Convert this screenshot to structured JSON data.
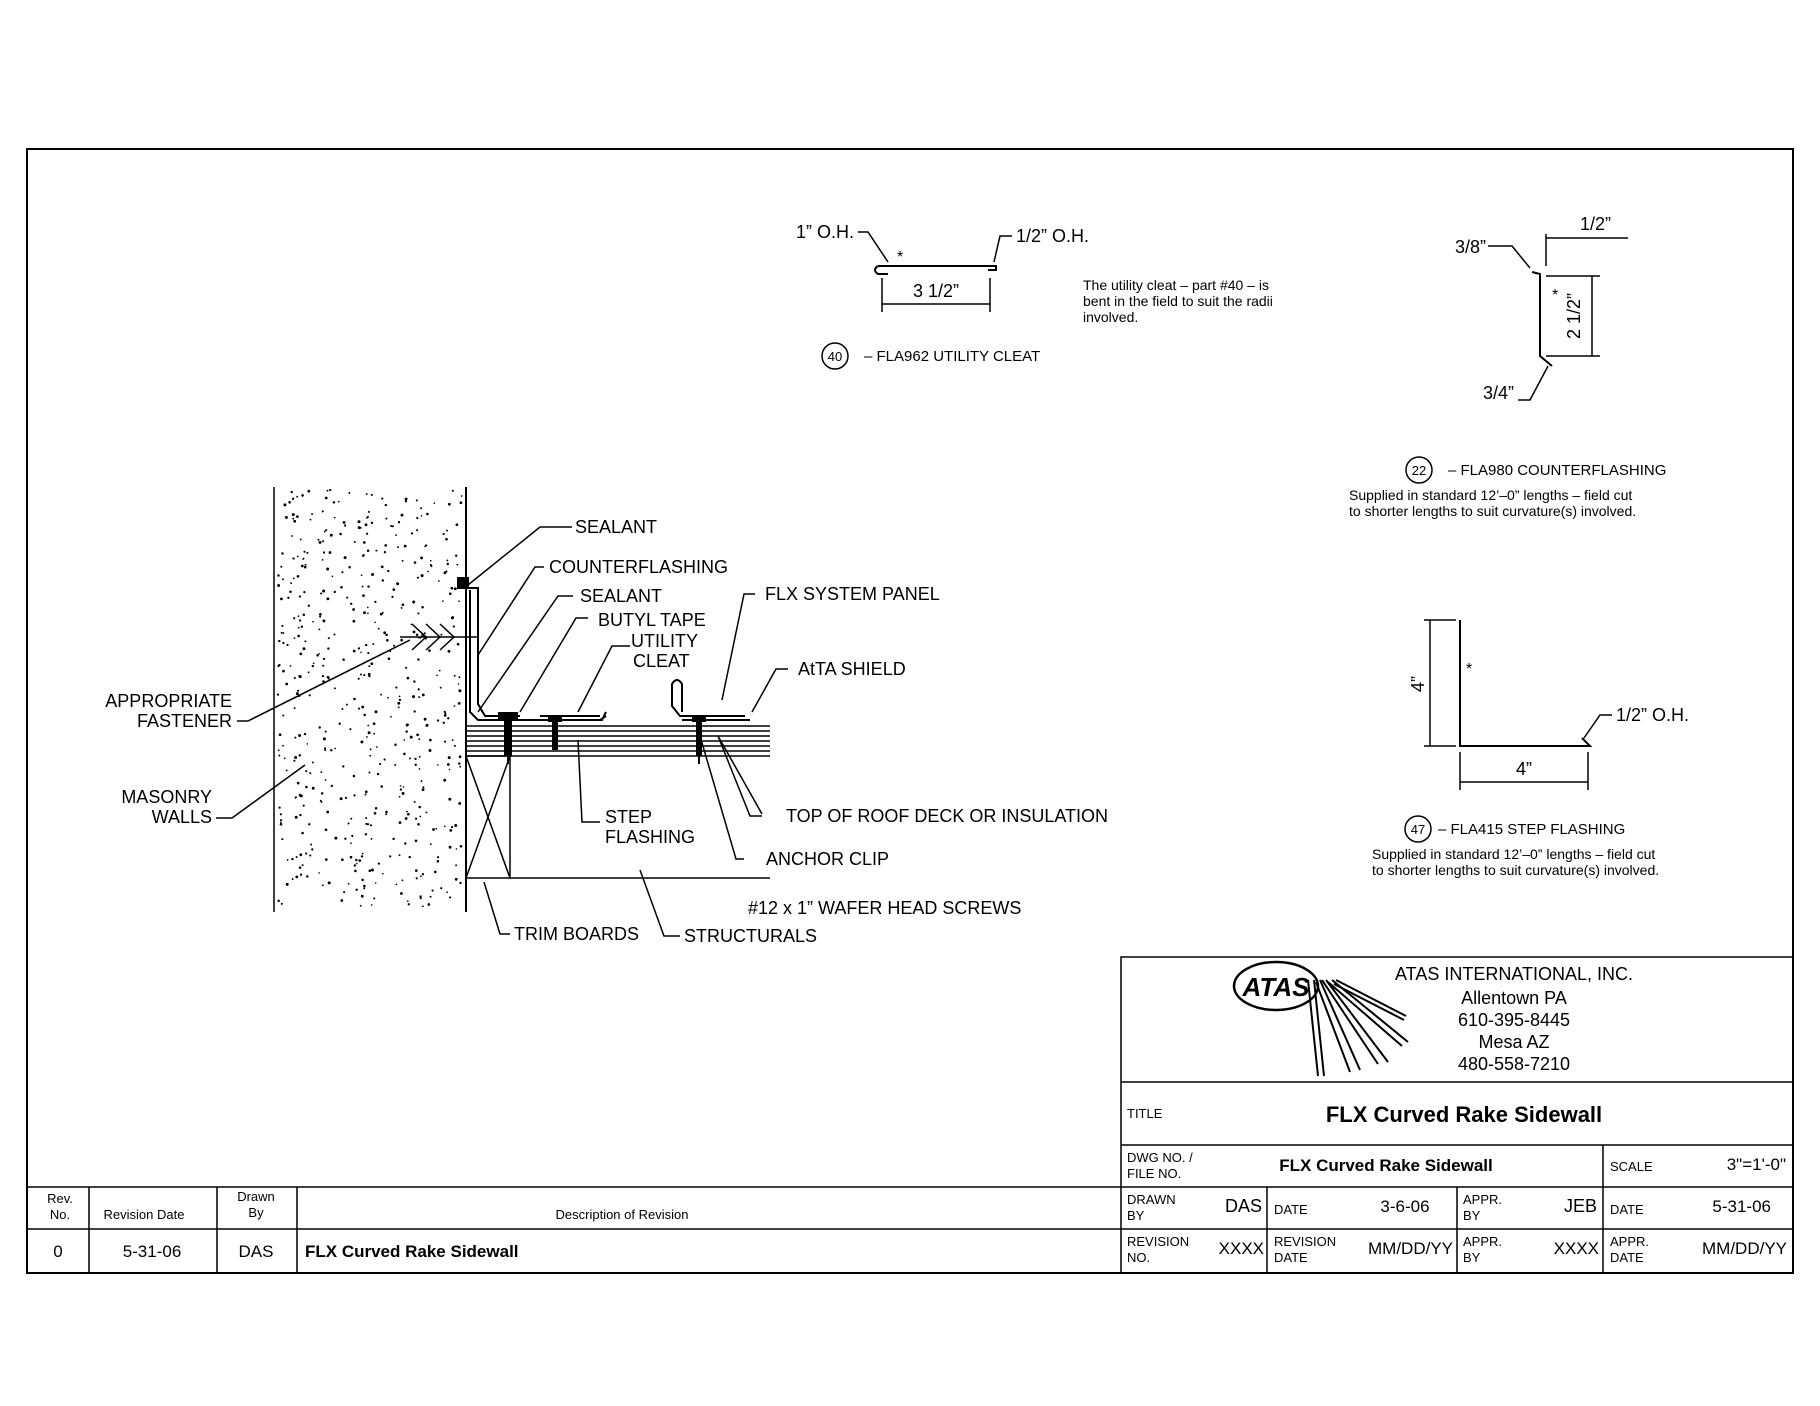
{
  "detail_labels": {
    "sealant_top": "SEALANT",
    "counterflashing": "COUNTERFLASHING",
    "sealant_mid": "SEALANT",
    "butyl_tape": "BUTYL TAPE",
    "utility": "UTILITY",
    "cleat": "CLEAT",
    "flx_system_panel": "FLX SYSTEM PANEL",
    "atta_shield": "AtTA SHIELD",
    "appropriate": "APPROPRIATE",
    "fastener": "FASTENER",
    "masonry": "MASONRY",
    "walls": "WALLS",
    "step": "STEP",
    "flashing": "FLASHING",
    "top_of_roof_deck": "TOP OF ROOF DECK OR INSULATION",
    "anchor_clip": "ANCHOR CLIP",
    "screws": "#12 x 1” WAFER HEAD SCREWS",
    "trim_boards": "TRIM BOARDS",
    "structurals": "STRUCTURALS"
  },
  "utility_cleat": {
    "oh_left": "1” O.H.",
    "oh_right": "1/2” O.H.",
    "asterisk": "*",
    "width": "3 1/2”",
    "note_line1": "The utility cleat – part #40 – is",
    "note_line2": "bent in the field to suit the radii",
    "note_line3": "involved.",
    "part_number": "40",
    "caption": "– FLA962  UTILITY CLEAT"
  },
  "counterflashing_detail": {
    "dim_top": "1/2”",
    "dim_left": "3/8”",
    "dim_height": "2 1/2”",
    "asterisk": "*",
    "dim_bottom": "3/4”",
    "part_number": "22",
    "caption": "– FLA980  COUNTERFLASHING",
    "note_line1": "Supplied in standard 12’–0” lengths – field cut",
    "note_line2": "to shorter lengths to suit curvature(s) involved."
  },
  "step_flashing_detail": {
    "dim_height": "4”",
    "dim_width": "4”",
    "asterisk": "*",
    "oh": "1/2” O.H.",
    "part_number": "47",
    "caption": "– FLA415  STEP FLASHING",
    "note_line1": "Supplied in standard 12’–0” lengths – field cut",
    "note_line2": "to shorter lengths to suit curvature(s) involved."
  },
  "company": {
    "logo_text": "ATAS",
    "name": "ATAS INTERNATIONAL, INC.",
    "city1": "Allentown PA",
    "phone1": "610-395-8445",
    "city2": "Mesa AZ",
    "phone2": "480-558-7210"
  },
  "title_block": {
    "title_label": "TITLE",
    "title": "FLX Curved Rake Sidewall",
    "dwg_label_1": "DWG NO. /",
    "dwg_label_2": "FILE NO.",
    "dwg_value": "FLX Curved Rake Sidewall",
    "scale_label": "SCALE",
    "scale_value": "3\"=1'-0\"",
    "drawn_label_1": "DRAWN",
    "drawn_label_2": "BY",
    "drawn_value": "DAS",
    "date_label": "DATE",
    "date_value": "3-6-06",
    "appr_label_1": "APPR.",
    "appr_label_2": "BY",
    "appr_value": "JEB",
    "date2_label": "DATE",
    "date2_value": "5-31-06",
    "rev_label_1": "REVISION",
    "rev_label_2": "NO.",
    "rev_value": "XXXX",
    "revdate_label_1": "REVISION",
    "revdate_label_2": "DATE",
    "revdate_value": "MM/DD/YY",
    "appr2_label_1": "APPR.",
    "appr2_label_2": "BY",
    "appr2_value": "XXXX",
    "apprdate_label_1": "APPR.",
    "apprdate_label_2": "DATE",
    "apprdate_value": "MM/DD/YY"
  },
  "revision_table": {
    "headers": {
      "rev_1": "Rev.",
      "rev_2": "No.",
      "date": "Revision Date",
      "drawn_1": "Drawn",
      "drawn_2": "By",
      "description": "Description of Revision"
    },
    "rows": [
      {
        "rev": "0",
        "date": "5-31-06",
        "drawn": "DAS",
        "description": "FLX Curved Rake Sidewall"
      }
    ]
  }
}
